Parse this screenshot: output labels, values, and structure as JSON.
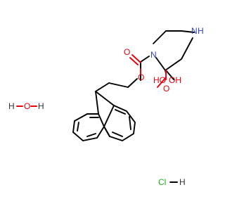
{
  "molecule": {
    "atoms": {
      "ring_n_top": "N",
      "ring_n_top_h": "H",
      "ring_n_bottom": "N",
      "carbonyl_o": "O",
      "ester_o": "O",
      "acid_oh": "OH",
      "acid_ho": "HO",
      "acid_o": "O"
    },
    "salts": {
      "water_h1": "H",
      "water_o": "O",
      "water_h2": "H",
      "hcl_cl": "Cl",
      "hcl_h": "H"
    }
  },
  "colors": {
    "bond": "#000000",
    "oxygen": "#e8000b",
    "nitrogen": "#2f3ec8",
    "chlorine": "#22a822",
    "hydrogen": "#333333"
  }
}
